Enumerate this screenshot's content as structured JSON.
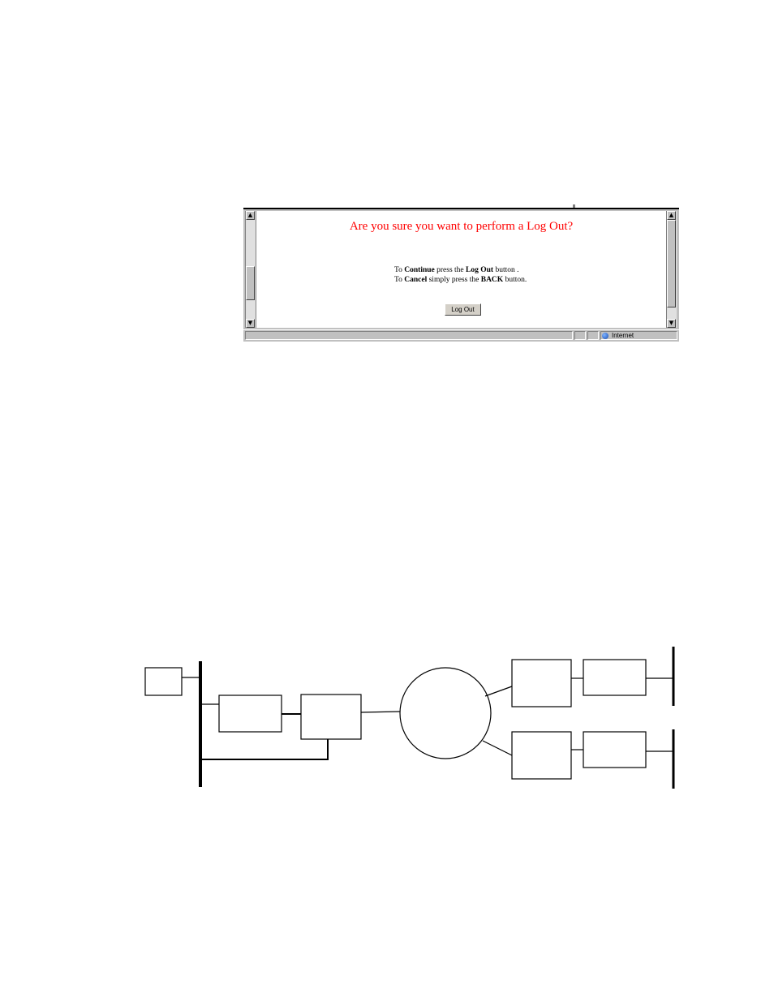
{
  "dialog": {
    "title": "Are you sure you want to perform a Log Out?",
    "continue_line": {
      "prefix": "To ",
      "bold1": "Continue",
      "middle": " press the ",
      "bold2": "Log Out",
      "suffix": " button ."
    },
    "cancel_line": {
      "prefix": "To ",
      "bold1": "Cancel",
      "middle": " simply press the ",
      "bold2": "BACK",
      "suffix": " button."
    },
    "logout_button_label": "Log Out",
    "title_color": "#ff0000"
  },
  "statusbar": {
    "zone_label": "Internet",
    "zone_icon": "globe-icon"
  },
  "scrollbars": {
    "up_arrow": "▲",
    "down_arrow": "▼"
  }
}
